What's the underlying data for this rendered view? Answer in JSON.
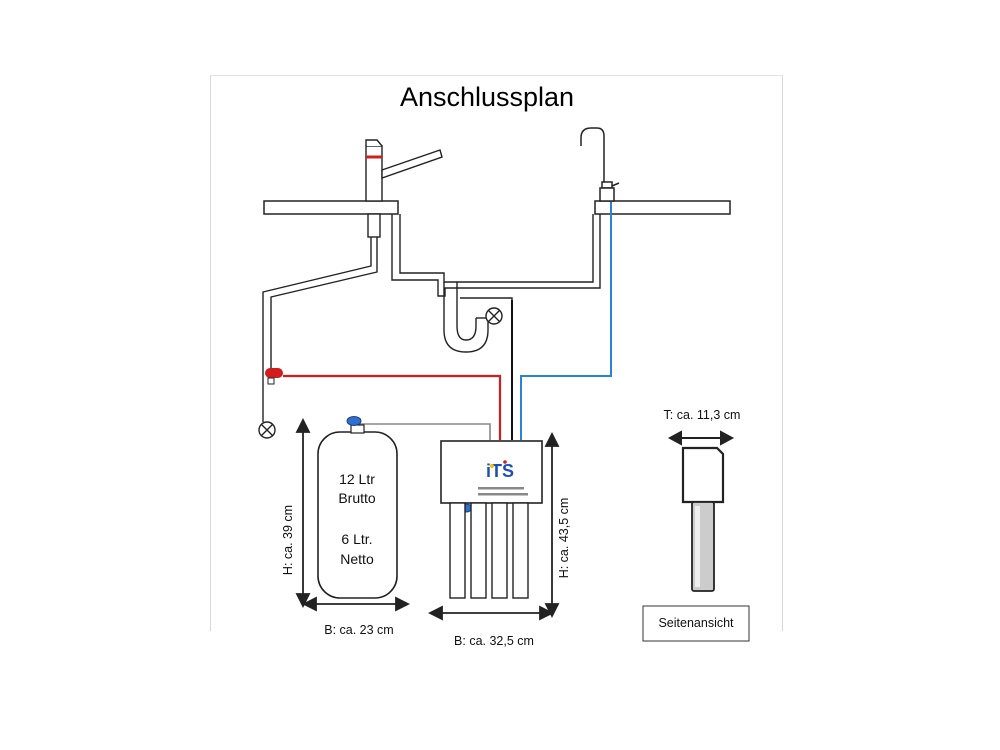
{
  "title": "Anschlussplan",
  "tank": {
    "line1": "12 Ltr",
    "line2": "Brutto",
    "line3": "6 Ltr.",
    "line4": "Netto",
    "height_label": "H: ca. 39 cm",
    "width_label": "B: ca. 23 cm"
  },
  "filter_unit": {
    "brand": "iTS",
    "height_label": "H: ca. 43,5 cm",
    "width_label": "B: ca. 32,5 cm"
  },
  "side_view": {
    "depth_label": "T: ca. 11,3 cm",
    "caption": "Seitenansicht"
  },
  "colors": {
    "hot_water": "#d01e1e",
    "filtered_water": "#2a84d4",
    "waste": "#111111",
    "brand_yellow": "#f2c100",
    "brand_blue": "#1f4fb5",
    "connector_blue": "#2f6fd0"
  }
}
